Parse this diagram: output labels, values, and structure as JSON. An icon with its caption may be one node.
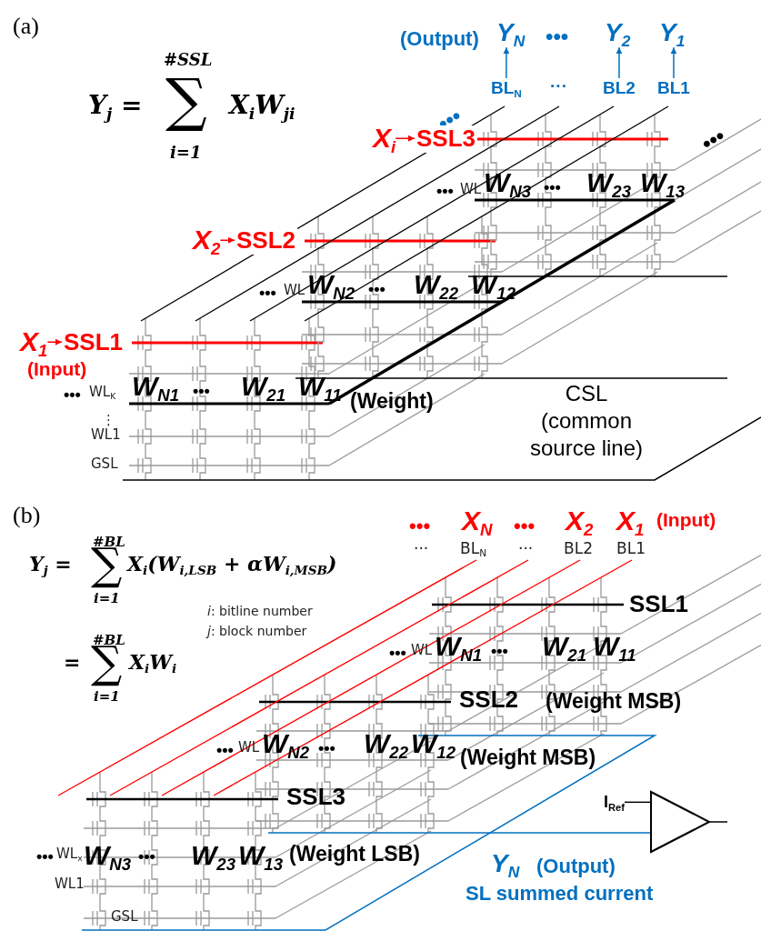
{
  "diagram": {
    "nodes": [
      {
        "text": [
          "X$_{1}$"
        ]
      },
      {
        "text": [
          "SSL1"
        ]
      },
      {
        "text": [
          "X$_{2}$"
        ]
      },
      {
        "text": [
          "SSL2"
        ]
      },
      {
        "text": [
          "X$_{i}$"
        ]
      },
      {
        "text": [
          "SSL3"
        ]
      },
      {
        "text": [
          "BL$_{N}$"
        ]
      },
      {
        "text": [
          "Y$_{N}$"
        ]
      },
      {
        "text": [
          "BL2"
        ]
      },
      {
        "text": [
          "Y$_{2}$"
        ]
      },
      {
        "text": [
          "BL1"
        ]
      },
      {
        "text": [
          "Y$_{1}$"
        ]
      },
      {
        "text": [
          "I$_{Ref}$"
        ]
      },
      {
        "text": [],
        "shape": "triangle"
      }
    ],
    "edges": [
      {
        "from": 0,
        "to": 1,
        "arrow": "to",
        "color": "#ff0000"
      },
      {
        "from": 2,
        "to": 3,
        "arrow": "to",
        "color": "#ff0000"
      },
      {
        "from": 4,
        "to": 5,
        "arrow": "to",
        "color": "#ff0000"
      },
      {
        "from": 6,
        "to": 7,
        "arrow": "to",
        "color": "#0070c0"
      },
      {
        "from": 8,
        "to": 9,
        "arrow": "to",
        "color": "#0070c0"
      },
      {
        "from": 10,
        "to": 11,
        "arrow": "to",
        "color": "#0070c0"
      },
      {
        "from": 12,
        "to": 13,
        "arrow": "none",
        "color": "#000000"
      },
      {
        "from": null,
        "to": 13,
        "arrow": "none",
        "color": "#0070c0"
      },
      {
        "from": 13,
        "to": null,
        "arrow": "none",
        "color": "#000000"
      }
    ],
    "labels": [
      "(a)",
      "#SSL",
      "Y$_{j}$ =",
      "∑",
      "X$_{i}$W$_{ji}$",
      "i=1",
      "(Output)",
      "•••",
      "···",
      "•••",
      "•••",
      "(Input)",
      "•••",
      "WL",
      "W$_{N3}$",
      "•••",
      "W$_{23}$",
      "W$_{13}$",
      "•••",
      "WL",
      "W$_{N2}$",
      "•••",
      "W$_{22}$",
      "W$_{12}$",
      "•••",
      "WL$_{K}$",
      "W$_{N1}$",
      "•••",
      "W$_{21}$",
      "W$_{11}$",
      "(Weight)",
      "⋮",
      "WL1",
      "GSL",
      "CSL (common source line)",
      "(b)",
      "#BL",
      "Y$_{j}$ =",
      "∑",
      "X$_{i}$(W$_{i,LSB}$ + αW$_{i,MSB}$)",
      "i=1",
      "#BL",
      "=",
      "∑",
      "X$_{i}$W$_{i}$",
      "i=1",
      "*i*: bitline number",
      "*j*: block number",
      "•••",
      "X$_{N}$",
      "•••",
      "X$_{2}$",
      "X$_{1}$",
      "(Input)",
      "···",
      "BL$_{N}$",
      "···",
      "BL2",
      "BL1",
      "SSL1",
      "•••",
      "WL",
      "W$_{N1}$",
      "•••",
      "W$_{21}$",
      "W$_{11}$",
      "SSL2",
      "(Weight MSB)",
      "•••",
      "WL",
      "W$_{N2}$",
      "•••",
      "W$_{22}$",
      "W$_{12}$",
      "(Weight MSB)",
      "SSL3",
      "•••",
      "WL$_{x}$",
      "W$_{N3}$",
      "•••",
      "W$_{23}$",
      "W$_{13}$",
      "(Weight LSB)",
      "WL1",
      "GSL",
      "Y$_{N}$",
      "(Output)",
      "SL summed current"
    ]
  }
}
